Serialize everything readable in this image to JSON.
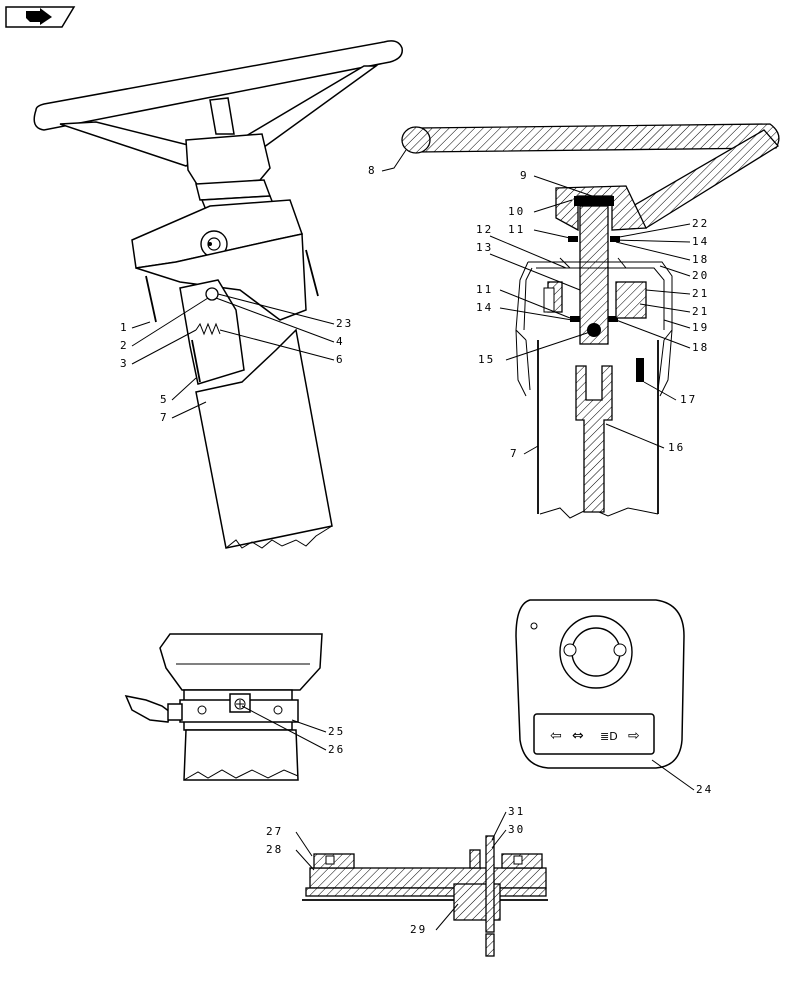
{
  "nav": {
    "icon": "next-page-arrow-icon"
  },
  "callouts": {
    "c1": "1",
    "c2": "2",
    "c3": "3",
    "c4": "4",
    "c5": "5",
    "c6": "6",
    "c7a": "7",
    "c7b": "7",
    "c8": "8",
    "c9": "9",
    "c10": "10",
    "c11a": "11",
    "c11b": "11",
    "c12": "12",
    "c13": "13",
    "c14a": "14",
    "c14b": "14",
    "c15": "15",
    "c16": "16",
    "c17": "17",
    "c18a": "18",
    "c18b": "18",
    "c19": "19",
    "c20": "20",
    "c21a": "21",
    "c21b": "21",
    "c22": "22",
    "c23": "23",
    "c24": "24",
    "c25": "25",
    "c26": "26",
    "c27": "27",
    "c28": "28",
    "c29": "29",
    "c30": "30",
    "c31": "31"
  },
  "switch_panel": {
    "symbols": [
      "⇦",
      "⇔",
      "≣D",
      "⇨"
    ]
  }
}
